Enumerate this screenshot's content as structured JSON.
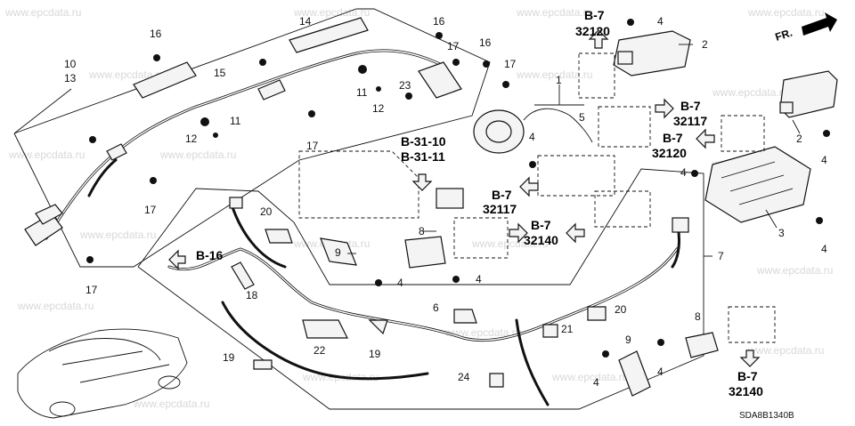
{
  "watermark": "www.epcdata.ru",
  "diagram_code": "SDA8B1340B",
  "direction_label": "FR.",
  "part_numbers": [
    "1",
    "2",
    "3",
    "4",
    "5",
    "6",
    "7",
    "8",
    "9",
    "10",
    "11",
    "12",
    "13",
    "14",
    "15",
    "16",
    "17",
    "18",
    "19",
    "20",
    "21",
    "22",
    "23",
    "24"
  ],
  "refs": {
    "b7_32120_top": {
      "group": "B-7",
      "code": "32120"
    },
    "b7_32117_right": {
      "group": "B-7",
      "code": "32117"
    },
    "b7_32120_right": {
      "group": "B-7",
      "code": "32120"
    },
    "b31": {
      "line1": "B-31-10",
      "line2": "B-31-11"
    },
    "b7_32117_mid": {
      "group": "B-7",
      "code": "32117"
    },
    "b7_32140_mid": {
      "group": "B-7",
      "code": "32140"
    },
    "b16": {
      "group": "B-16"
    },
    "b7_32140_bottom": {
      "group": "B-7",
      "code": "32140"
    }
  }
}
